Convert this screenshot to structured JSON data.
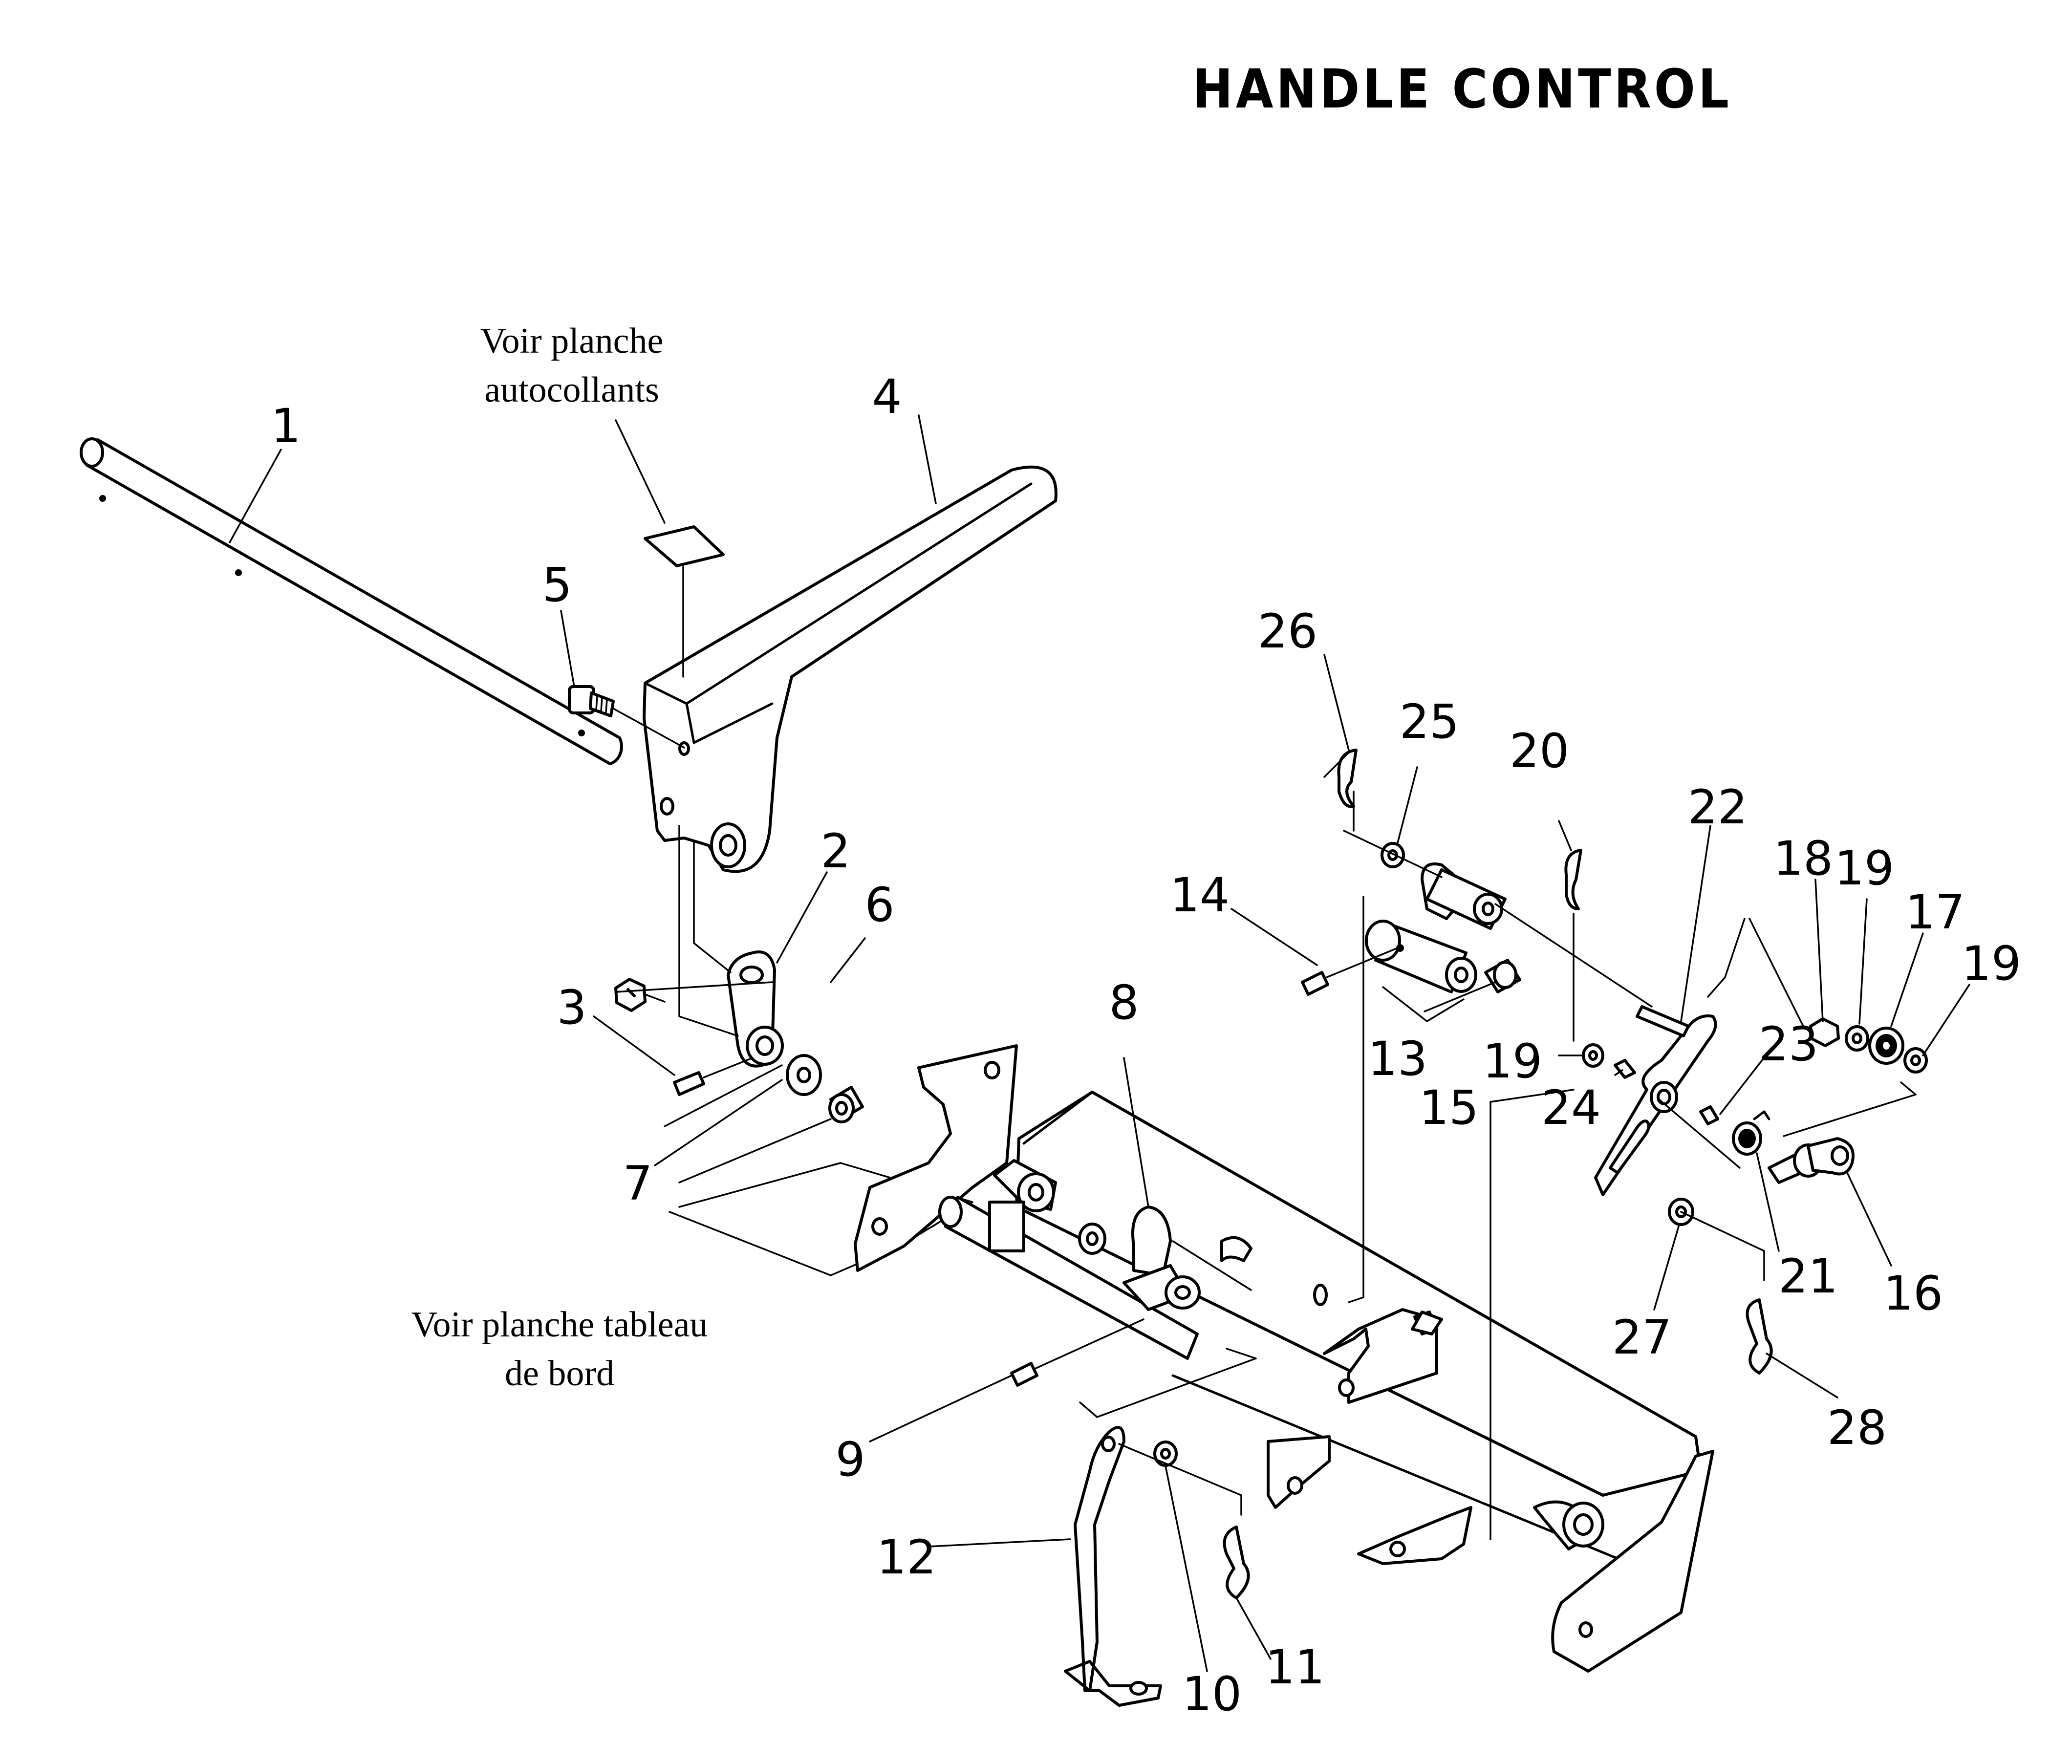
{
  "title": "HANDLE CONTROL",
  "notes": {
    "decals_line1": "Voir planche",
    "decals_line2": "autocollants",
    "dashboard_line1": "Voir planche tableau",
    "dashboard_line2": "de bord"
  },
  "callouts": [
    "1",
    "2",
    "3",
    "4",
    "5",
    "6",
    "7",
    "8",
    "9",
    "10",
    "11",
    "12",
    "13",
    "14",
    "15",
    "16",
    "17",
    "18",
    "19",
    "19",
    "19",
    "20",
    "21",
    "22",
    "23",
    "24",
    "25",
    "26",
    "27",
    "28"
  ]
}
